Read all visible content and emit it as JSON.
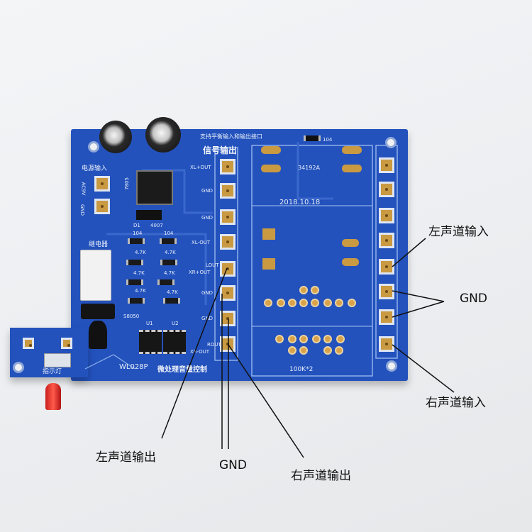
{
  "board": {
    "title_top": "支持平衡输入和输出接口",
    "signal_output": "信号输出",
    "power_input": "电源输入",
    "ac9v": "AC9V",
    "gnd": "GND",
    "relay": "继电器",
    "pins_left": [
      "XL+OUT",
      "GND",
      "GND",
      "XL-OUT",
      "LOUT",
      "XR+OUT",
      "GND",
      "GND",
      "ROUT",
      "XR-OUT"
    ],
    "regulator": "7805",
    "diode": "D1",
    "diode_value": "4007",
    "cap1": "104",
    "cap2": "104",
    "cap_top": "104",
    "res_values": [
      "4.7K",
      "4.7K",
      "4.7K",
      "4.7K",
      "4.7K",
      "4.7K"
    ],
    "transistor": "S8050",
    "u1": "U1",
    "u2": "U2",
    "chip": "34192A",
    "date": "2018.10.18",
    "pot": "100K*2",
    "model": "WL028P",
    "model_desc": "微处理音量控制",
    "indicator": "指示灯"
  },
  "annotations": {
    "left_input": "左声道输入",
    "gnd_right": "GND",
    "right_input": "右声道输入",
    "left_output": "左声道输出",
    "gnd_bottom": "GND",
    "right_output": "右声道输出"
  },
  "colors": {
    "pcb": "#1f4fb8",
    "pad": "#c99a42",
    "silkscreen": "#e8eef8"
  }
}
